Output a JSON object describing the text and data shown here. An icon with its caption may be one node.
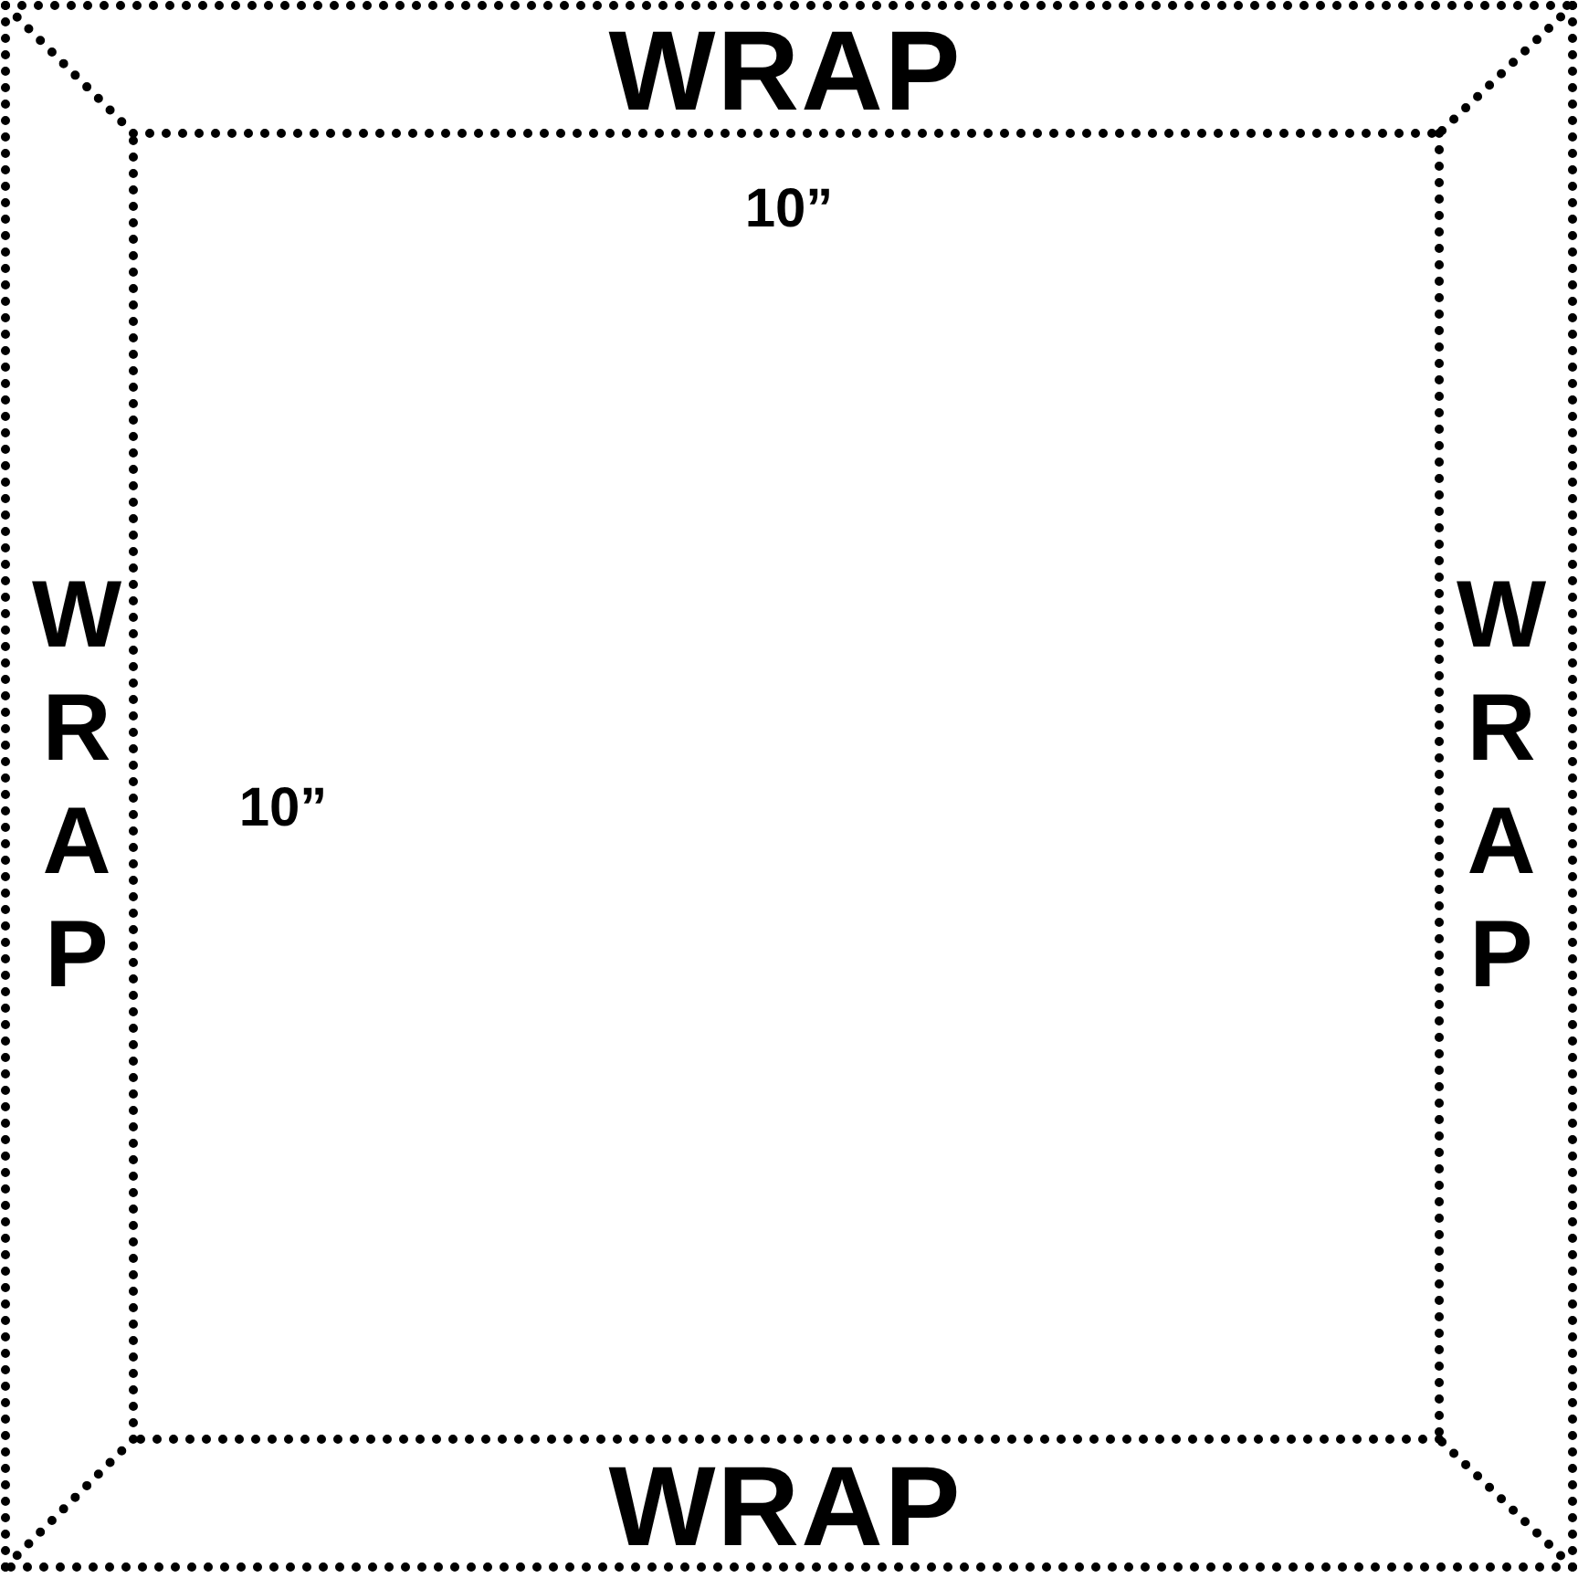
{
  "diagram": {
    "labels": [
      "WRAP",
      "10”",
      "WRAP",
      "WRAP",
      "10”",
      "WRAP"
    ]
  }
}
